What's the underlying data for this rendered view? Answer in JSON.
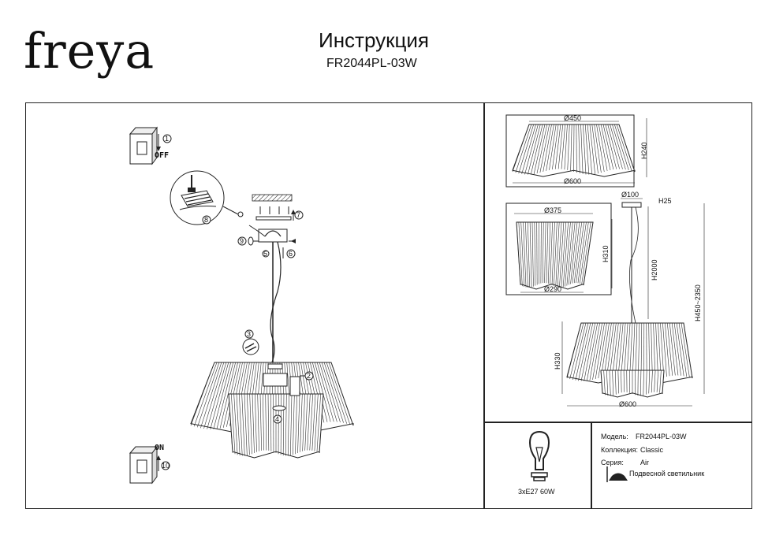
{
  "header": {
    "logo": "freya",
    "title": "Инструкция",
    "model_code": "FR2044PL-03W"
  },
  "assembly": {
    "step_labels": [
      "1",
      "2",
      "3",
      "4",
      "5",
      "6",
      "7",
      "8",
      "9",
      "10"
    ],
    "switch_off": "OFF",
    "switch_on": "ON"
  },
  "dimensions": {
    "shade_top": {
      "top_diameter": "Ø450",
      "height": "H240",
      "bottom_diameter": "Ø600"
    },
    "shade_inner": {
      "top_diameter": "Ø375",
      "height": "H310",
      "bottom_diameter": "Ø290"
    },
    "full": {
      "canopy_diameter": "Ø100",
      "canopy_height": "H25",
      "cable_length": "H2000",
      "total_height": "H450~2350",
      "shade_height": "H330",
      "shade_diameter": "Ø600"
    }
  },
  "info": {
    "bulb": "3xE27 60W",
    "model_label": "Модель:",
    "model_value": "FR2044PL-03W",
    "collection_label": "Коллекция:",
    "collection_value": "Classic",
    "series_label": "Серия:",
    "series_value": "Air",
    "type_value": "Подвесной светильник"
  }
}
